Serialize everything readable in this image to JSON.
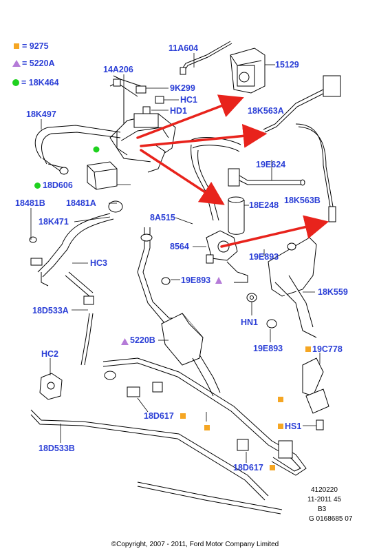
{
  "legend": {
    "items": [
      {
        "symbol": "square",
        "color": "#f5a623",
        "text": "= 9275"
      },
      {
        "symbol": "triangle",
        "color": "#b57bd8",
        "text": "= 5220A"
      },
      {
        "symbol": "circle",
        "color": "#1fd11f",
        "text": "= 18K464"
      }
    ]
  },
  "parts": {
    "p11A604": "11A604",
    "p15129": "15129",
    "p14A206": "14A206",
    "p9K299": "9K299",
    "pHC1": "HC1",
    "p18K497": "18K497",
    "pHD1": "HD1",
    "p18K563A": "18K563A",
    "p19E624": "19E624",
    "p18D606": "18D606",
    "p18E248": "18E248",
    "p18K563B": "18K563B",
    "p18481B": "18481B",
    "p18481A": "18481A",
    "p18K471": "18K471",
    "p8A515": "8A515",
    "p8564": "8564",
    "p19E893a": "19E893",
    "pHC3": "HC3",
    "p19E893b": "19E893",
    "p18K559": "18K559",
    "p18D533A": "18D533A",
    "pHN1": "HN1",
    "p5220B": "5220B",
    "p19E893c": "19E893",
    "p19C778": "19C778",
    "pHC2": "HC2",
    "p18D617a": "18D617",
    "pHS1": "HS1",
    "p18D533B": "18D533B",
    "p18D617b": "18D617"
  },
  "info": {
    "line1": "4120220",
    "line2": "11-2011 45",
    "line3": "B3",
    "line4": "G 0168685 07"
  },
  "copyright": "©Copyright, 2007 - 2011, Ford Motor Company Limited",
  "colors": {
    "label": "#2b3fd6",
    "arrow": "#e8231c",
    "square": "#f5a623",
    "triangle": "#b57bd8",
    "circle": "#1fd11f",
    "line": "#000000"
  }
}
